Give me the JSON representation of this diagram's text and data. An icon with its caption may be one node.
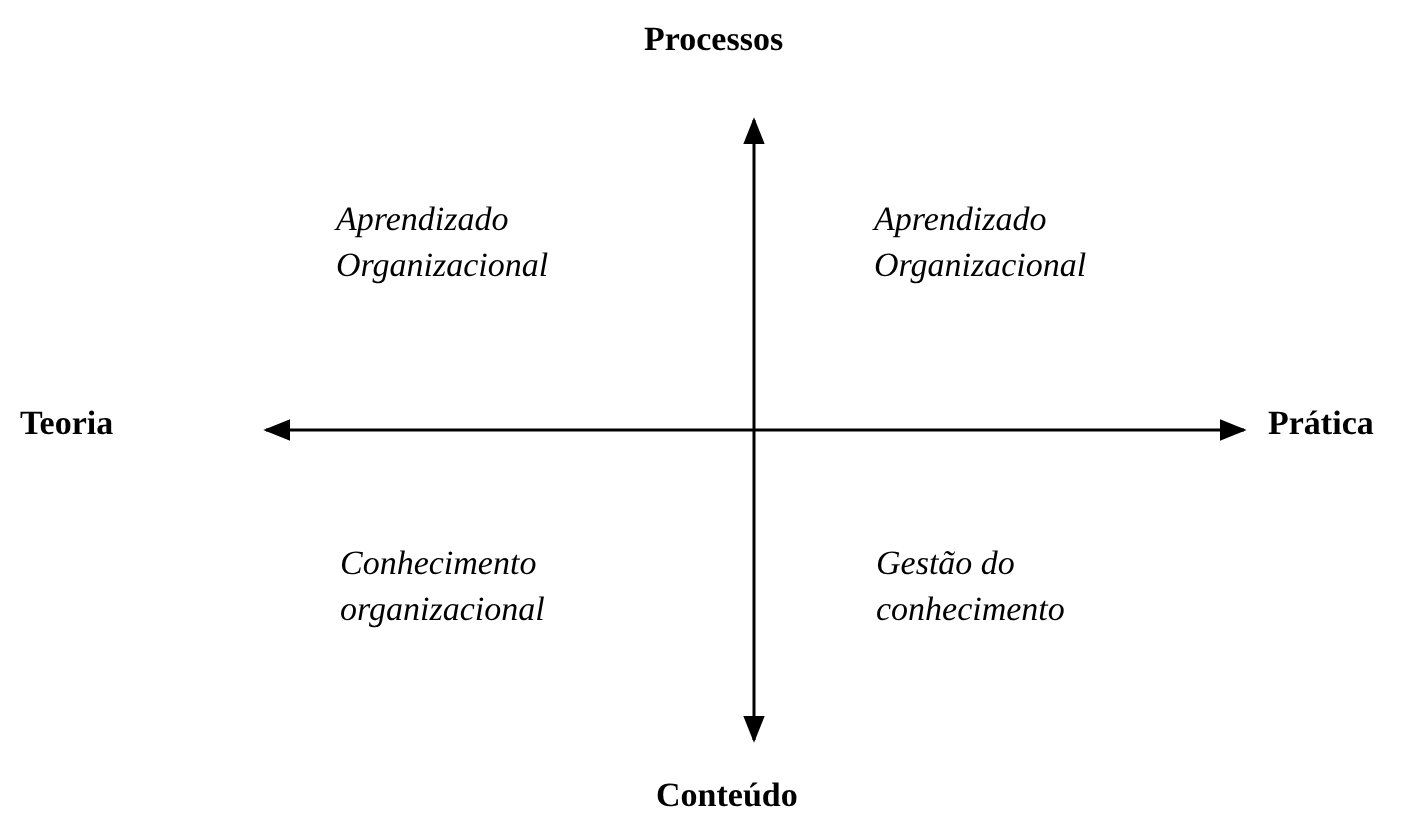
{
  "diagram": {
    "labels": [
      "Processos",
      "Aprendizado Organizacional",
      "Aprendizado Organizacional",
      "Teoria",
      "Prática",
      "Conhecimento organizacional",
      "Gestão do conhecimento",
      "Conteúdo"
    ]
  }
}
